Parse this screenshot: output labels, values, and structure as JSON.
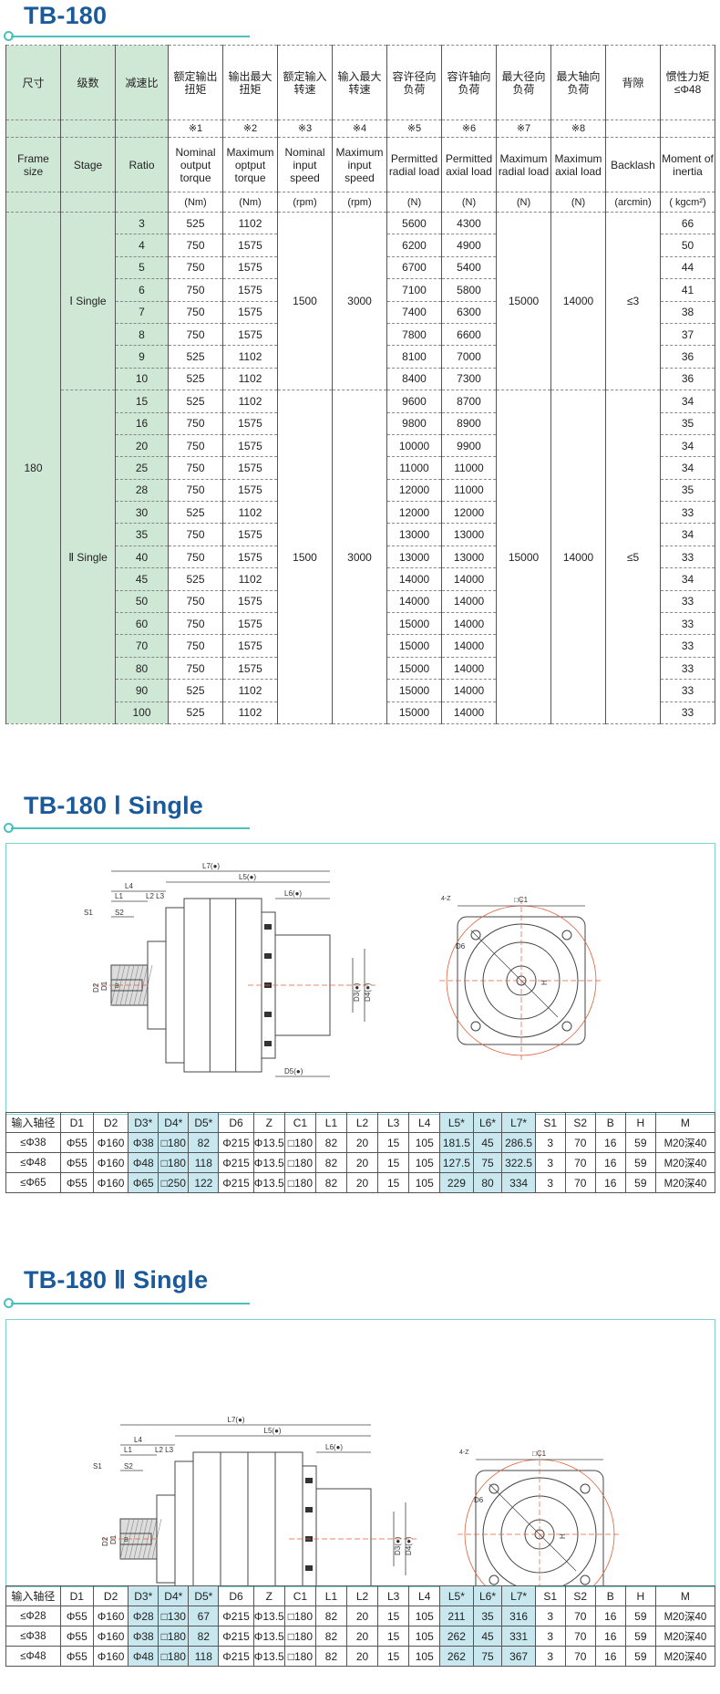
{
  "sections": {
    "s1_title": "TB-180",
    "s2_title": "TB-180 Ⅰ Single",
    "s3_title": "TB-180 Ⅱ Single"
  },
  "spec": {
    "cn": [
      "尺寸",
      "级数",
      "减速比",
      "额定输出扭矩",
      "输出最大扭矩",
      "额定输入转速",
      "输入最大转速",
      "容许径向负荷",
      "容许轴向负荷",
      "最大径向负荷",
      "最大轴向负荷",
      "背隙",
      "惯性力矩≤Φ48"
    ],
    "notes": [
      "",
      "",
      "",
      "※1",
      "※2",
      "※3",
      "※4",
      "※5",
      "※6",
      "※7",
      "※8",
      "",
      ""
    ],
    "en": [
      "Frame size",
      "Stage",
      "Ratio",
      "Nominal output torque",
      "Maximum optput torque",
      "Nominal input speed",
      "Maximum input speed",
      "Permitted radial load",
      "Permitted axial load",
      "Maximum radial load",
      "Maximum axial load",
      "Backlash",
      "Moment of inertia"
    ],
    "units": [
      "",
      "",
      "",
      "(Nm)",
      "(Nm)",
      "(rpm)",
      "(rpm)",
      "(N)",
      "(N)",
      "(N)",
      "(N)",
      "(arcmin)",
      "( kgcm²)"
    ],
    "frame": "180",
    "groups": [
      {
        "stage": "Ⅰ Single",
        "in_speed": "1500",
        "max_speed": "3000",
        "max_radial": "15000",
        "max_axial": "14000",
        "backlash": "≤3",
        "rows": [
          [
            "3",
            "525",
            "1102",
            "5600",
            "4300",
            "66"
          ],
          [
            "4",
            "750",
            "1575",
            "6200",
            "4900",
            "50"
          ],
          [
            "5",
            "750",
            "1575",
            "6700",
            "5400",
            "44"
          ],
          [
            "6",
            "750",
            "1575",
            "7100",
            "5800",
            "41"
          ],
          [
            "7",
            "750",
            "1575",
            "7400",
            "6300",
            "38"
          ],
          [
            "8",
            "750",
            "1575",
            "7800",
            "6600",
            "37"
          ],
          [
            "9",
            "525",
            "1102",
            "8100",
            "7000",
            "36"
          ],
          [
            "10",
            "525",
            "1102",
            "8400",
            "7300",
            "36"
          ]
        ]
      },
      {
        "stage": "Ⅱ Single",
        "in_speed": "1500",
        "max_speed": "3000",
        "max_radial": "15000",
        "max_axial": "14000",
        "backlash": "≤5",
        "rows": [
          [
            "15",
            "525",
            "1102",
            "9600",
            "8700",
            "34"
          ],
          [
            "16",
            "750",
            "1575",
            "9800",
            "8900",
            "35"
          ],
          [
            "20",
            "750",
            "1575",
            "10000",
            "9900",
            "34"
          ],
          [
            "25",
            "750",
            "1575",
            "11000",
            "11000",
            "34"
          ],
          [
            "28",
            "750",
            "1575",
            "12000",
            "11000",
            "35"
          ],
          [
            "30",
            "525",
            "1102",
            "12000",
            "12000",
            "33"
          ],
          [
            "35",
            "750",
            "1575",
            "13000",
            "13000",
            "34"
          ],
          [
            "40",
            "750",
            "1575",
            "13000",
            "13000",
            "33"
          ],
          [
            "45",
            "525",
            "1102",
            "14000",
            "14000",
            "34"
          ],
          [
            "50",
            "750",
            "1575",
            "14000",
            "14000",
            "33"
          ],
          [
            "60",
            "750",
            "1575",
            "15000",
            "14000",
            "33"
          ],
          [
            "70",
            "750",
            "1575",
            "15000",
            "14000",
            "33"
          ],
          [
            "80",
            "750",
            "1575",
            "15000",
            "14000",
            "33"
          ],
          [
            "90",
            "525",
            "1102",
            "15000",
            "14000",
            "33"
          ],
          [
            "100",
            "525",
            "1102",
            "15000",
            "14000",
            "33"
          ]
        ]
      }
    ]
  },
  "dims_header": [
    "输入轴径",
    "D1",
    "D2",
    "D3*",
    "D4*",
    "D5*",
    "D6",
    "Z",
    "C1",
    "L1",
    "L2",
    "L3",
    "L4",
    "L5*",
    "L6*",
    "L7*",
    "S1",
    "S2",
    "B",
    "H",
    "M"
  ],
  "dims1": [
    [
      "≤Φ38",
      "Φ55",
      "Φ160",
      "Φ38",
      "□180",
      "82",
      "Φ215",
      "Φ13.5",
      "□180",
      "82",
      "20",
      "15",
      "105",
      "181.5",
      "45",
      "286.5",
      "3",
      "70",
      "16",
      "59",
      "M20深40"
    ],
    [
      "≤Φ48",
      "Φ55",
      "Φ160",
      "Φ48",
      "□180",
      "118",
      "Φ215",
      "Φ13.5",
      "□180",
      "82",
      "20",
      "15",
      "105",
      "127.5",
      "75",
      "322.5",
      "3",
      "70",
      "16",
      "59",
      "M20深40"
    ],
    [
      "≤Φ65",
      "Φ55",
      "Φ160",
      "Φ65",
      "□250",
      "122",
      "Φ215",
      "Φ13.5",
      "□180",
      "82",
      "20",
      "15",
      "105",
      "229",
      "80",
      "334",
      "3",
      "70",
      "16",
      "59",
      "M20深40"
    ]
  ],
  "dims2": [
    [
      "≤Φ28",
      "Φ55",
      "Φ160",
      "Φ28",
      "□130",
      "67",
      "Φ215",
      "Φ13.5",
      "□180",
      "82",
      "20",
      "15",
      "105",
      "211",
      "35",
      "316",
      "3",
      "70",
      "16",
      "59",
      "M20深40"
    ],
    [
      "≤Φ38",
      "Φ55",
      "Φ160",
      "Φ38",
      "□180",
      "82",
      "Φ215",
      "Φ13.5",
      "□180",
      "82",
      "20",
      "15",
      "105",
      "262",
      "45",
      "331",
      "3",
      "70",
      "16",
      "59",
      "M20深40"
    ],
    [
      "≤Φ48",
      "Φ55",
      "Φ160",
      "Φ48",
      "□180",
      "118",
      "Φ215",
      "Φ13.5",
      "□180",
      "82",
      "20",
      "15",
      "105",
      "262",
      "75",
      "367",
      "3",
      "70",
      "16",
      "59",
      "M20深40"
    ]
  ],
  "drawing_labels": {
    "l7": "L7(●)",
    "l5": "L5(●)",
    "l6": "L6(●)",
    "l4": "L4",
    "l1": "L1",
    "l2l3": "L2 L3",
    "s1": "S1",
    "s2": "S2",
    "d2": "D2",
    "d1": "D1",
    "b": "B",
    "d3": "D3(●)",
    "d4": "D4(●)",
    "d5": "D5(●)",
    "c1": "□C1",
    "z": "4-Z",
    "d6": "D6",
    "h": "H"
  },
  "colors": {
    "title": "#1a5a9a",
    "accent": "#4cc0bb",
    "green": "#cfe8d5",
    "blue_cell": "#c9e7ee",
    "red_line": "#e0603a"
  }
}
